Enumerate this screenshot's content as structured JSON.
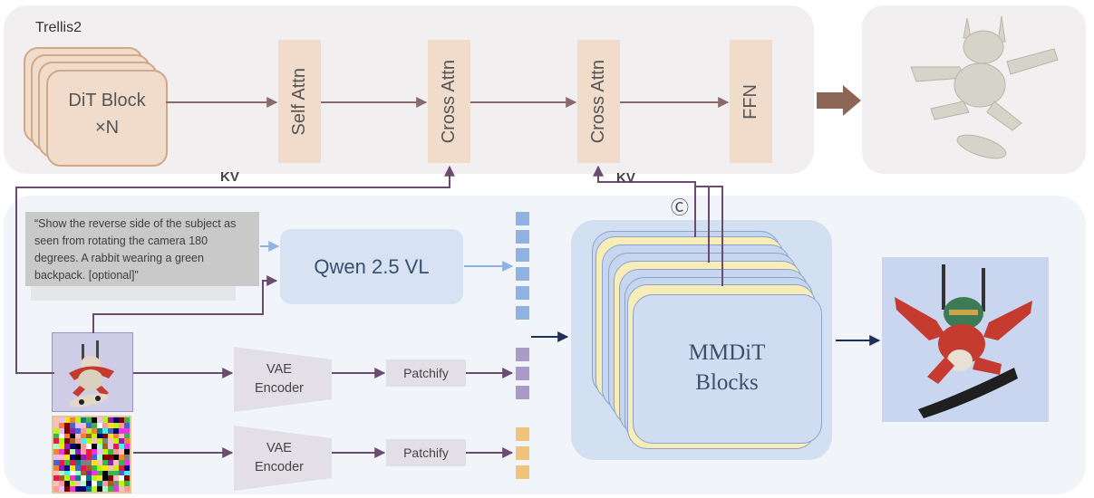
{
  "trellis": {
    "title": "Trellis2",
    "dit_block_line1": "DiT Block",
    "dit_block_line2": "×N",
    "self_attn": "Self Attn",
    "cross_attn_1": "Cross Attn",
    "cross_attn_2": "Cross Attn",
    "ffn": "FFN",
    "kv_left": "KV",
    "kv_right": "KV"
  },
  "prompt": {
    "text": "“Show the reverse side of the subject as seen from rotating the camera 180 degrees. A rabbit wearing a green backpack. [optional]”"
  },
  "qwen": {
    "label": "Qwen 2.5 VL"
  },
  "encoders": {
    "vae_line1": "VAE",
    "vae_line2": "Encoder",
    "patchify": "Patchify"
  },
  "mmdit": {
    "line1": "MMDiT",
    "line2": "Blocks",
    "concat_symbol": "Ⓒ"
  },
  "icons": {
    "input_image": "rabbit-skateboard-input-icon",
    "output_image": "rabbit-skateboard-output-icon",
    "render_3d": "rabbit-3d-render-icon",
    "noise": "noise-grid-icon"
  },
  "colors": {
    "arrow_brown": "#8a6a6a",
    "arrow_navy": "#1e2f5c",
    "arrow_blue": "#8fb2e3",
    "block_fill": "#f1dccb",
    "text_token": "#8fb2e3",
    "image_token": "#a99ac8",
    "noise_token": "#f0c27a",
    "input_bg": "#cfcce8",
    "output_bg": "#cad6f0"
  }
}
